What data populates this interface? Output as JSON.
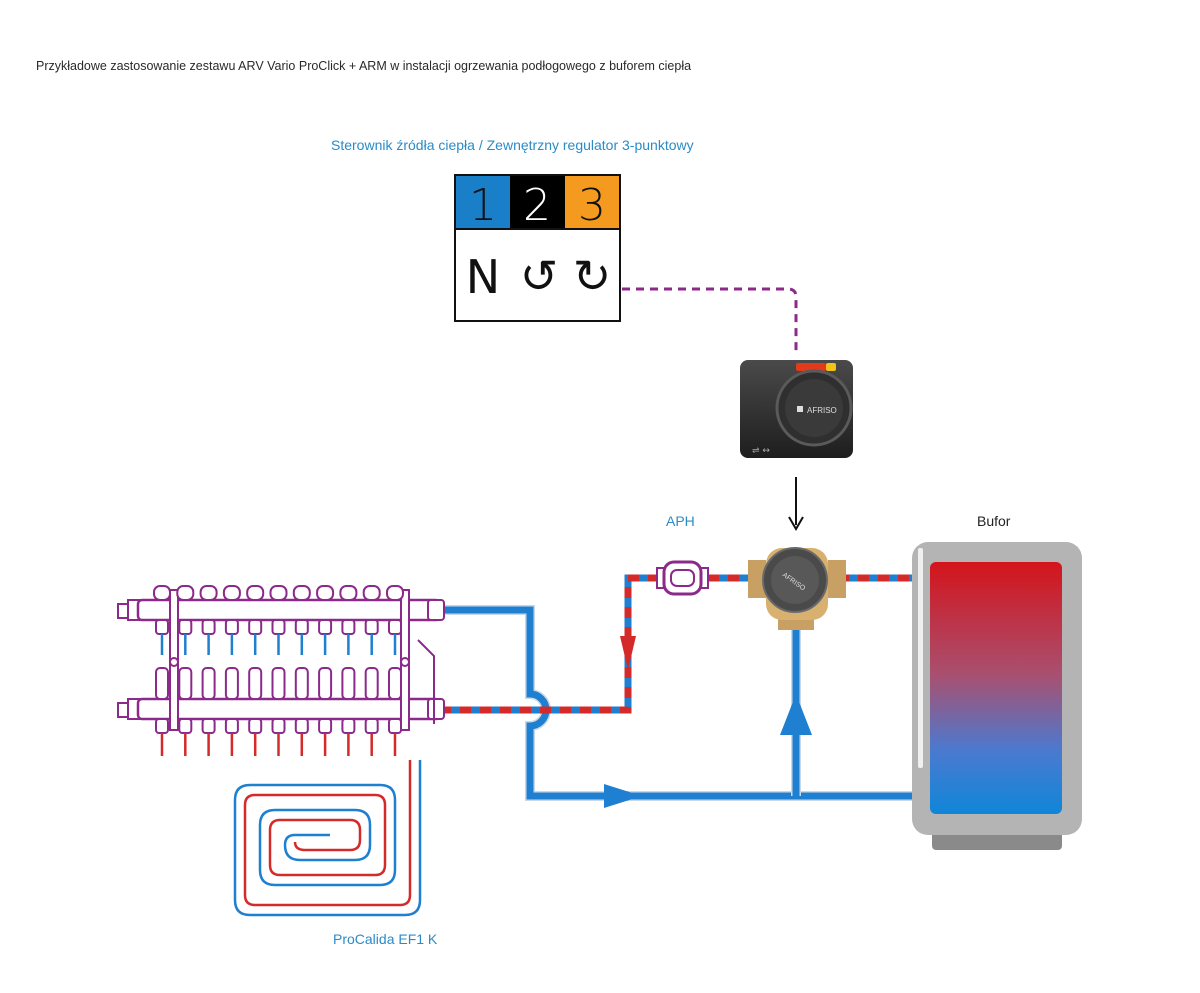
{
  "caption": "Przykładowe zastosowanie zestawu ARV Vario ProClick + ARM w instalacji ogrzewania podłogowego z buforem ciepła",
  "controller": {
    "title": "Sterownik źródła ciepła / Zewnętrzny regulator 3-punktowy",
    "terminals": [
      {
        "num": "1",
        "symbol": "N",
        "color": "#1a7fc9"
      },
      {
        "num": "2",
        "symbol": "↺",
        "color": "#000000"
      },
      {
        "num": "3",
        "symbol": "↻",
        "color": "#f39a1f"
      }
    ]
  },
  "actuator": {
    "brand": "AFRISO"
  },
  "valve": {
    "brand": "AFRISO"
  },
  "labels": {
    "aph": "APH",
    "bufor": "Bufor",
    "heating": "ProCalida EF1 K"
  },
  "colors": {
    "accent_text": "#2b8bc6",
    "cold_pipe": "#1f7fd0",
    "hot_pipe": "#d42a2a",
    "manifold": "#8b2a8b",
    "signal_line": "#8b2a8b"
  }
}
